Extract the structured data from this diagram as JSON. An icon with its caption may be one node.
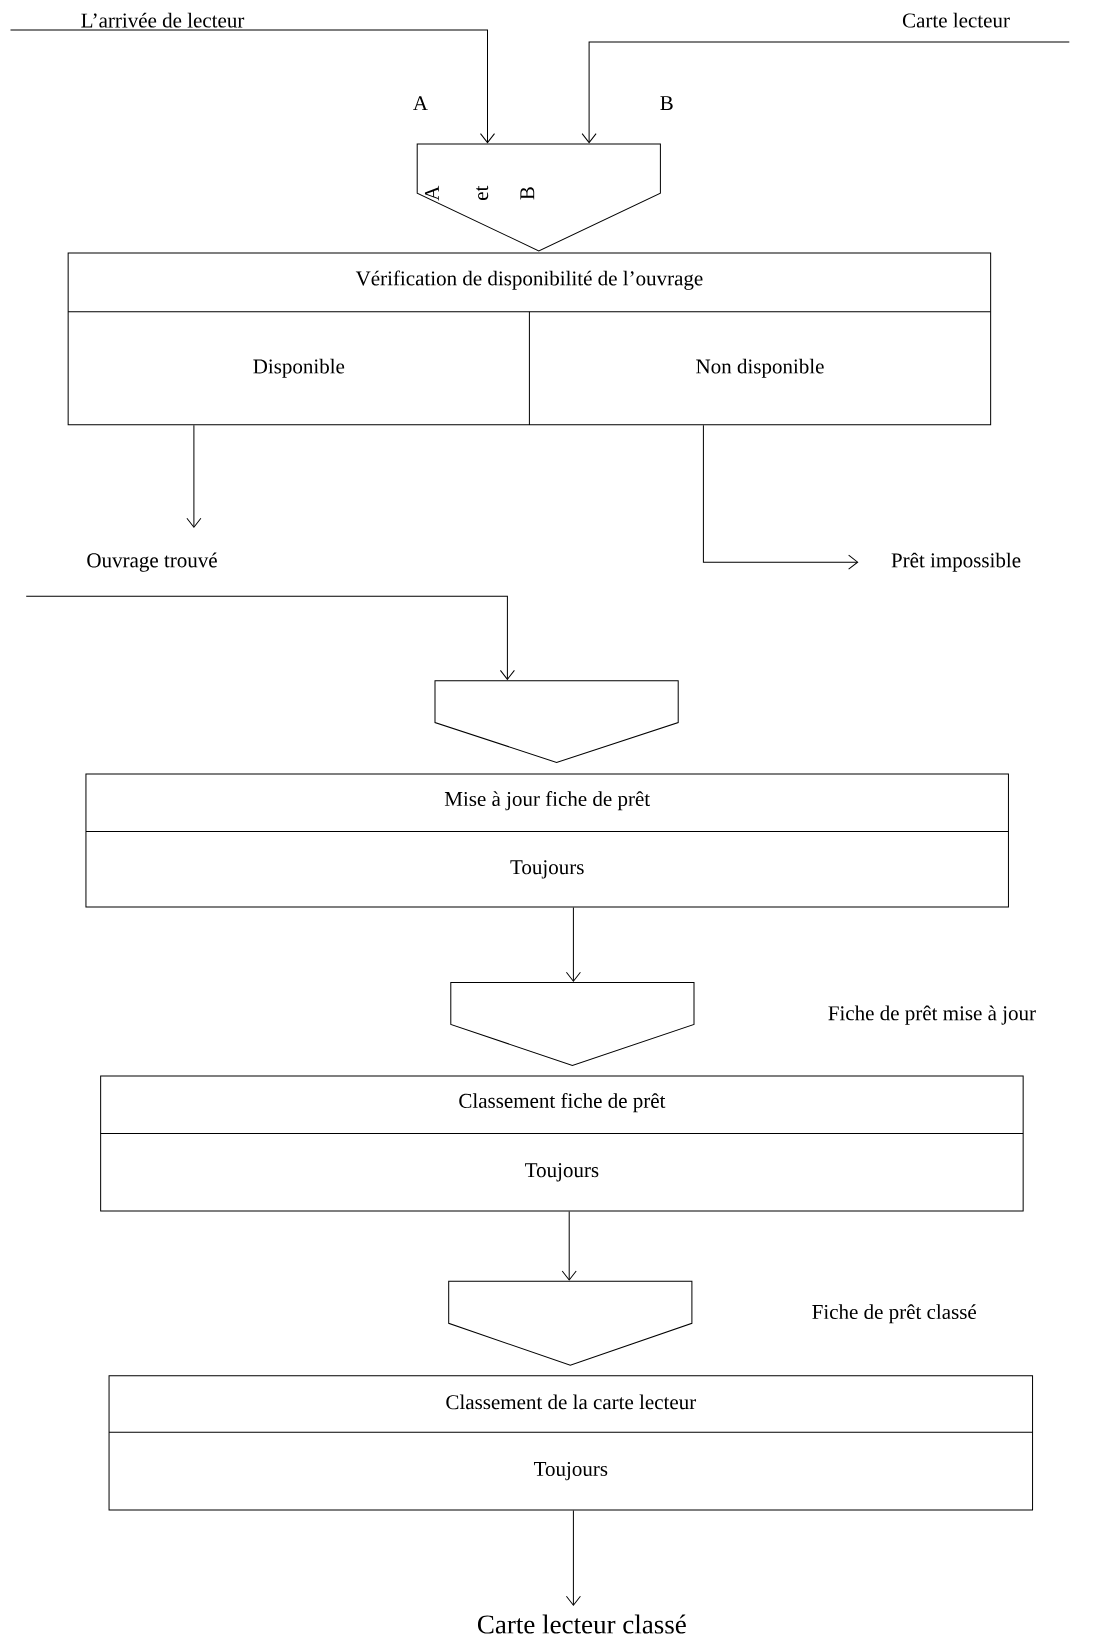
{
  "diagram": {
    "nodes": [
      {
        "text": [
          "L’arrivée de lecteur"
        ]
      },
      {
        "text": [
          "Carte lecteur"
        ]
      },
      {
        "text": [
          "A",
          "et",
          "B"
        ]
      },
      {
        "text": [
          "Vérification de disponibilité de l’ouvrage",
          "Disponible",
          "Non disponible"
        ]
      },
      {
        "text": [
          "Ouvrage trouvé"
        ]
      },
      {
        "text": [
          "Prêt impossible"
        ]
      },
      {
        "text": [],
        "shape": "pentagon"
      },
      {
        "text": [
          "Mise à jour fiche de prêt",
          "Toujours"
        ]
      },
      {
        "text": [],
        "shape": "pentagon"
      },
      {
        "text": [
          "Classement fiche de prêt",
          "Toujours"
        ]
      },
      {
        "text": [],
        "shape": "pentagon"
      },
      {
        "text": [
          "Classement de la carte lecteur",
          "Toujours"
        ]
      },
      {
        "text": [
          "Carte lecteur classé"
        ]
      }
    ],
    "edges": [
      {
        "from": 0,
        "to": 2,
        "arrow": "to",
        "label": "A"
      },
      {
        "from": 1,
        "to": 2,
        "arrow": "to",
        "label": "B"
      },
      {
        "from": 3,
        "to": 4,
        "arrow": "to"
      },
      {
        "from": 3,
        "to": 5,
        "arrow": "to"
      },
      {
        "from": 4,
        "to": 6,
        "arrow": "to"
      },
      {
        "from": 7,
        "to": 8,
        "arrow": "to"
      },
      {
        "from": 9,
        "to": 10,
        "arrow": "to"
      },
      {
        "from": 11,
        "to": 12,
        "arrow": "to"
      }
    ],
    "labels": [
      "Fiche de prêt mise à jour",
      "Fiche de prêt classé"
    ]
  }
}
